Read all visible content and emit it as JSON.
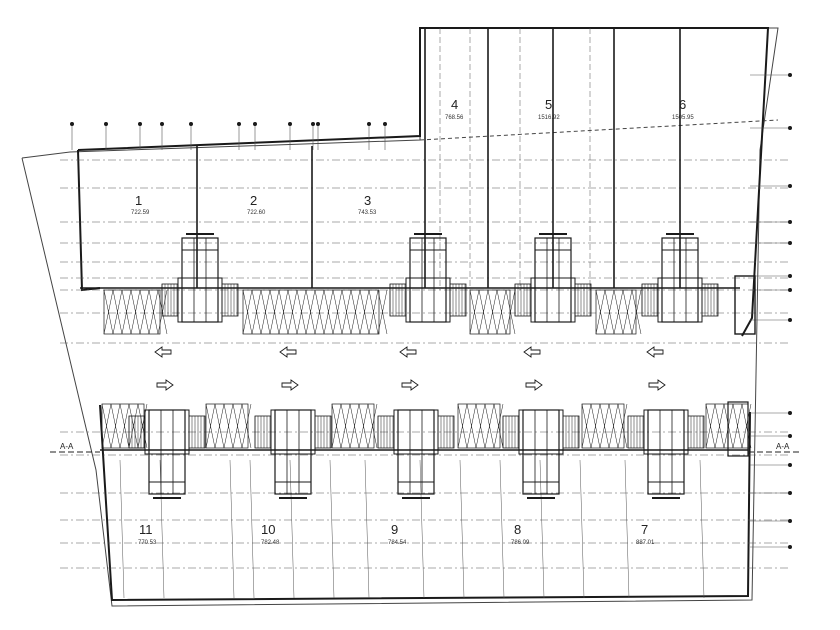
{
  "drawing": {
    "section_label": "A-A",
    "line_color": "#1a1a1a",
    "dash_color": "#555555"
  },
  "upper_bays": [
    {
      "number": "1",
      "area": "722.59"
    },
    {
      "number": "2",
      "area": "722.60"
    },
    {
      "number": "3",
      "area": "743.53"
    },
    {
      "number": "4",
      "area": "768.56"
    },
    {
      "number": "5",
      "area": "1516.92"
    },
    {
      "number": "6",
      "area": "1505.95"
    }
  ],
  "lower_bays": [
    {
      "number": "11",
      "area": "770.53"
    },
    {
      "number": "10",
      "area": "782.48"
    },
    {
      "number": "9",
      "area": "784.54"
    },
    {
      "number": "8",
      "area": "786.09"
    },
    {
      "number": "7",
      "area": "887.01"
    }
  ]
}
